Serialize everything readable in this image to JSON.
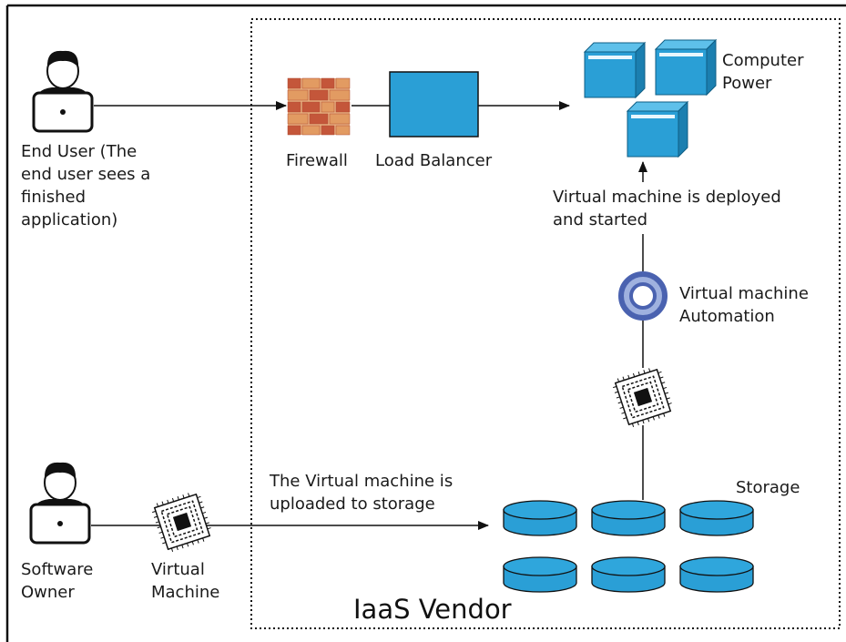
{
  "labels": {
    "end_user": [
      "End User (The",
      "end user sees a",
      "finished",
      "application)"
    ],
    "software_owner": [
      "Software",
      "Owner"
    ],
    "virtual_machine": [
      "Virtual",
      "Machine"
    ],
    "firewall": "Firewall",
    "load_balancer": "Load Balancer",
    "computer_power": [
      "Computer",
      "Power"
    ],
    "vm_deployed": [
      "Virtual machine is deployed",
      "and started"
    ],
    "vm_automation": [
      "Virtual machine",
      "Automation"
    ],
    "vm_uploaded": [
      "The Virtual machine is",
      "uploaded to storage"
    ],
    "storage": "Storage",
    "vendor": "IaaS Vendor"
  },
  "icons": {
    "user": "user-laptop-icon",
    "firewall": "brick-firewall-icon",
    "load_balancer": "load-balancer-box-icon",
    "server": "server-cube-icon",
    "automation": "ring-icon",
    "chip": "chip-icon",
    "disk": "storage-disk-icon"
  },
  "colors": {
    "blue": "#2a9fd6",
    "dark_blue": "#1a7fb0",
    "brick": "#c4563a",
    "mortar": "#e8b080",
    "ring_outer": "#4a62b0",
    "ring_inner": "#9fb1df"
  }
}
